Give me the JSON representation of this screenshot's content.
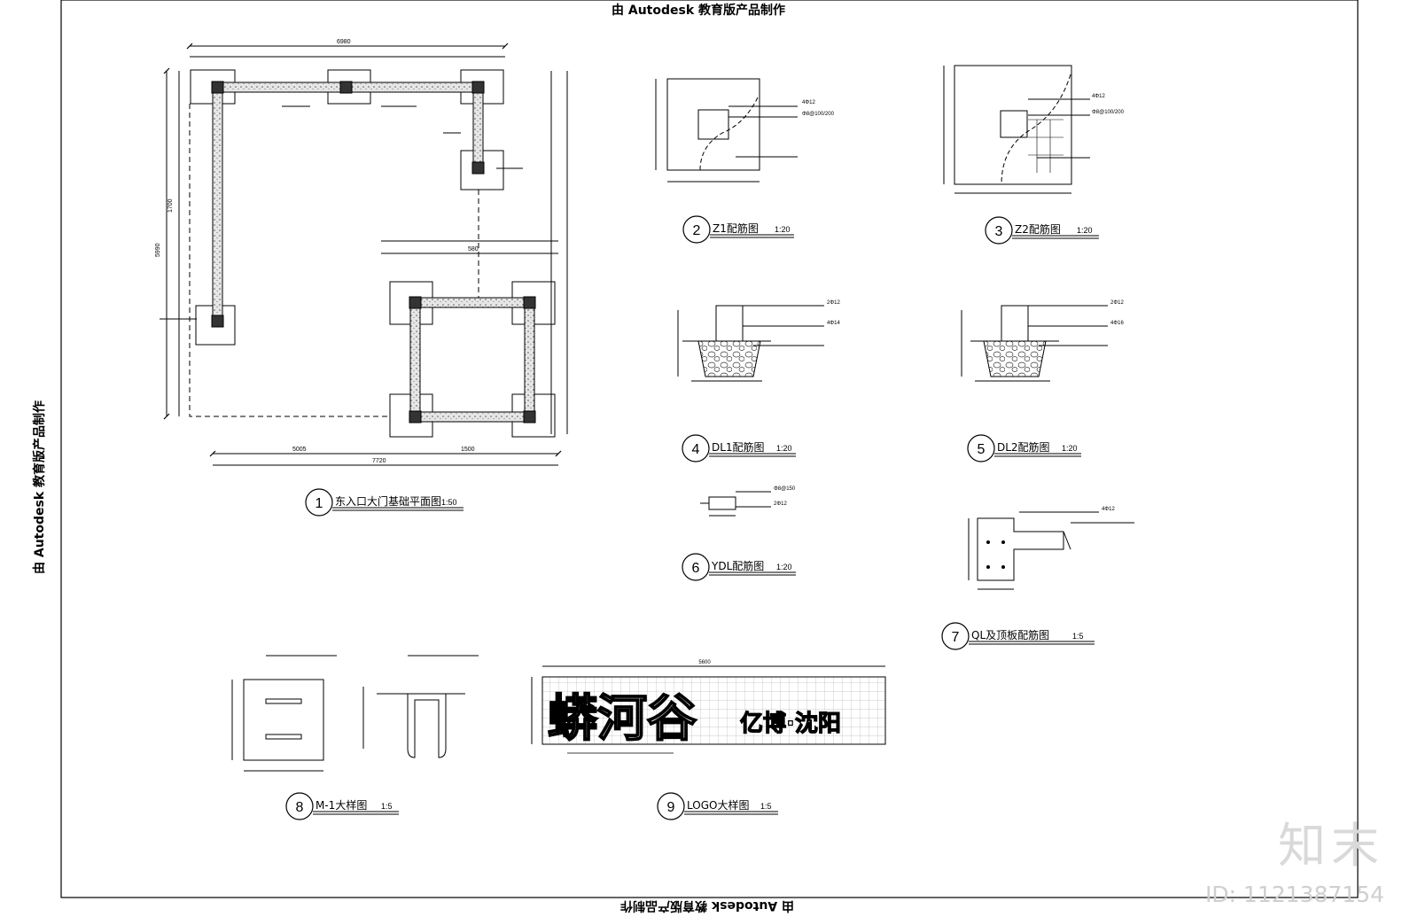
{
  "stamp": "由 Autodesk 教育版产品制作",
  "titles": [
    {
      "num": "1",
      "name": "东入口大门基础平面图",
      "scale": "1:50"
    },
    {
      "num": "2",
      "name": "Z1配筋图",
      "scale": "1:20"
    },
    {
      "num": "3",
      "name": "Z2配筋图",
      "scale": "1:20"
    },
    {
      "num": "4",
      "name": "DL1配筋图",
      "scale": "1:20"
    },
    {
      "num": "5",
      "name": "DL2配筋图",
      "scale": "1:20"
    },
    {
      "num": "6",
      "name": "YDL配筋图",
      "scale": "1:20"
    },
    {
      "num": "7",
      "name": "QL及顶板配筋图",
      "scale": "1:5"
    },
    {
      "num": "8",
      "name": "M-1大样图",
      "scale": "1:5"
    },
    {
      "num": "9",
      "name": "LOGO大样图",
      "scale": "1:5"
    }
  ],
  "plan_dims": {
    "top_total": "6980",
    "left_total": "5990",
    "bottom_total": "7720",
    "bottom_left": "5005",
    "bottom_mid": "1500",
    "inner_top": "580",
    "left_mid": "1700"
  },
  "logo_text": {
    "main": "蟒河谷",
    "sub": "亿博·沈阳",
    "dim": "5600"
  },
  "rebar_labels": [
    "4Φ12",
    "Φ8@100/200",
    "2Φ12",
    "4Φ14",
    "Φ8@150",
    "4Φ16"
  ],
  "brand": {
    "logo": "知末",
    "id": "ID: 1121387154"
  }
}
